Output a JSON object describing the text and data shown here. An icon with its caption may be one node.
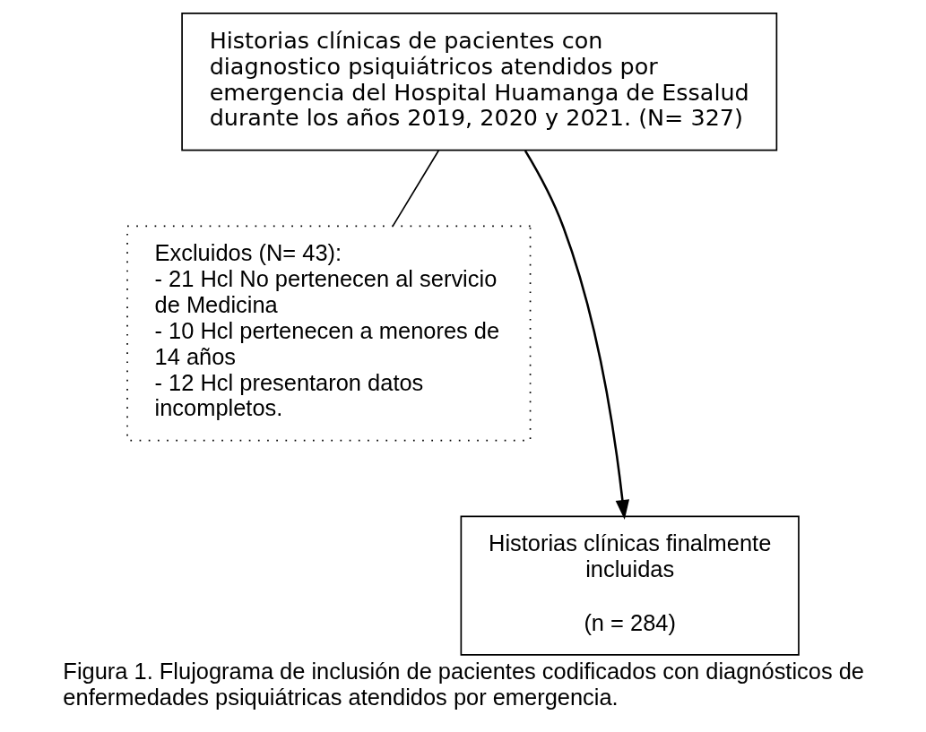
{
  "diagram": {
    "caption": "Figura 1. Flujograma de inclusión de pacientes codificados con diagnósticos de enfermedades psiquiátricas atendidos por emergencia.",
    "nodes": [
      {
        "text": [
          "Historias clínicas de pacientes con diagnostico psiquiátricos atendidos por emergencia del Hospital Huamanga de Essalud durante los años 2019, 2020 y 2021. (N= 327)"
        ]
      },
      {
        "text": [
          "Excluidos (N= 43):",
          "- 21 Hcl No pertenecen al servicio de Medicina",
          "- 10 Hcl pertenecen a menores de 14 años",
          "- 12 Hcl presentaron datos incompletos."
        ]
      },
      {
        "text": [
          "Historias clínicas finalmente incluidas",
          "(n = 284)"
        ]
      }
    ],
    "edges": [
      {
        "from": 0,
        "to": 2,
        "arrow": "to"
      },
      {
        "from": 0,
        "to": 1,
        "arrow": "none"
      }
    ]
  }
}
